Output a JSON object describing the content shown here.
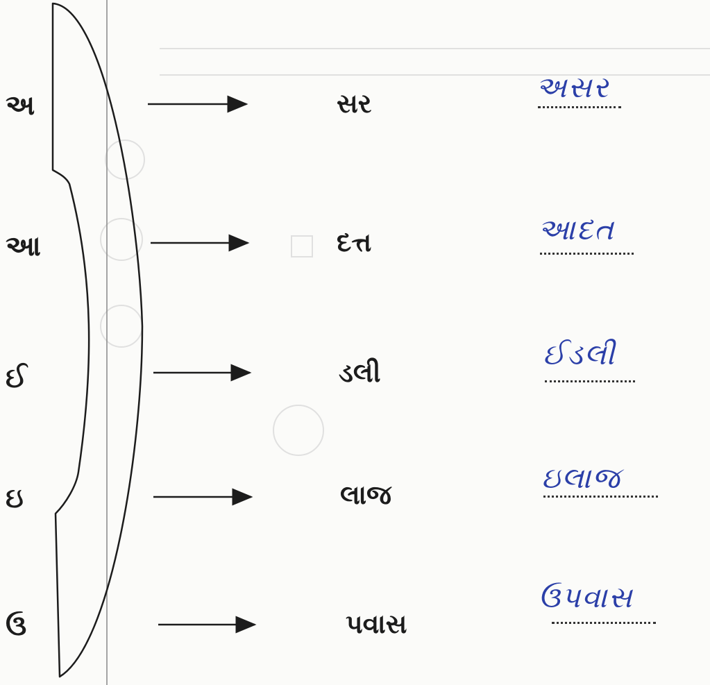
{
  "rows": [
    {
      "vowel": "અ",
      "syllable": "સર",
      "answer": "અસર"
    },
    {
      "vowel": "આ",
      "syllable": "દત્ત",
      "answer": "આદત"
    },
    {
      "vowel": "ઈ",
      "syllable": "ડલી",
      "answer": "ઈડલી"
    },
    {
      "vowel": "ઇ",
      "syllable": "લાજ",
      "answer": "ઇલાજ"
    },
    {
      "vowel": "ઉ",
      "syllable": "પવાસ",
      "answer": "ઉપવાસ"
    }
  ],
  "colors": {
    "ink": "#1c1c1c",
    "handwriting": "#2b3fa8"
  }
}
